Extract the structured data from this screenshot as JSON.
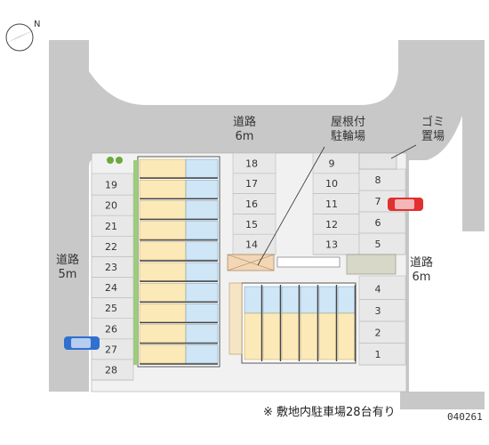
{
  "compass": {
    "letter": "N",
    "icon": "compass-icon"
  },
  "roads": {
    "top": {
      "name": "道路",
      "width": "6m"
    },
    "left": {
      "name": "道路",
      "width": "5m"
    },
    "right": {
      "name": "道路",
      "width": "6m"
    }
  },
  "bicycle_parking": {
    "line1": "屋根付",
    "line2": "駐輪場"
  },
  "garbage": {
    "line1": "ゴミ",
    "line2": "置場"
  },
  "parking": {
    "left_column": [
      "19",
      "20",
      "21",
      "22",
      "23",
      "24",
      "25",
      "26",
      "27",
      "28"
    ],
    "center_column": [
      "18",
      "17",
      "16",
      "15",
      "14"
    ],
    "right_upper_left": [
      "9",
      "10",
      "11",
      "12",
      "13"
    ],
    "right_upper_right": [
      "8",
      "7",
      "6",
      "5"
    ],
    "right_lower": [
      "4",
      "3",
      "2",
      "1"
    ]
  },
  "marked_spaces": [
    {
      "space": "7",
      "color": "#e03030"
    },
    {
      "space": "27",
      "color": "#3070d0"
    }
  ],
  "note": "※ 敷地内駐車場28台有り",
  "code": "040261",
  "colors": {
    "road": "#c8c8c8",
    "ground": "#f2f2f2",
    "parking": "#e9e9e9",
    "building": "#fce9b8",
    "bath": "#cfe6f7"
  }
}
